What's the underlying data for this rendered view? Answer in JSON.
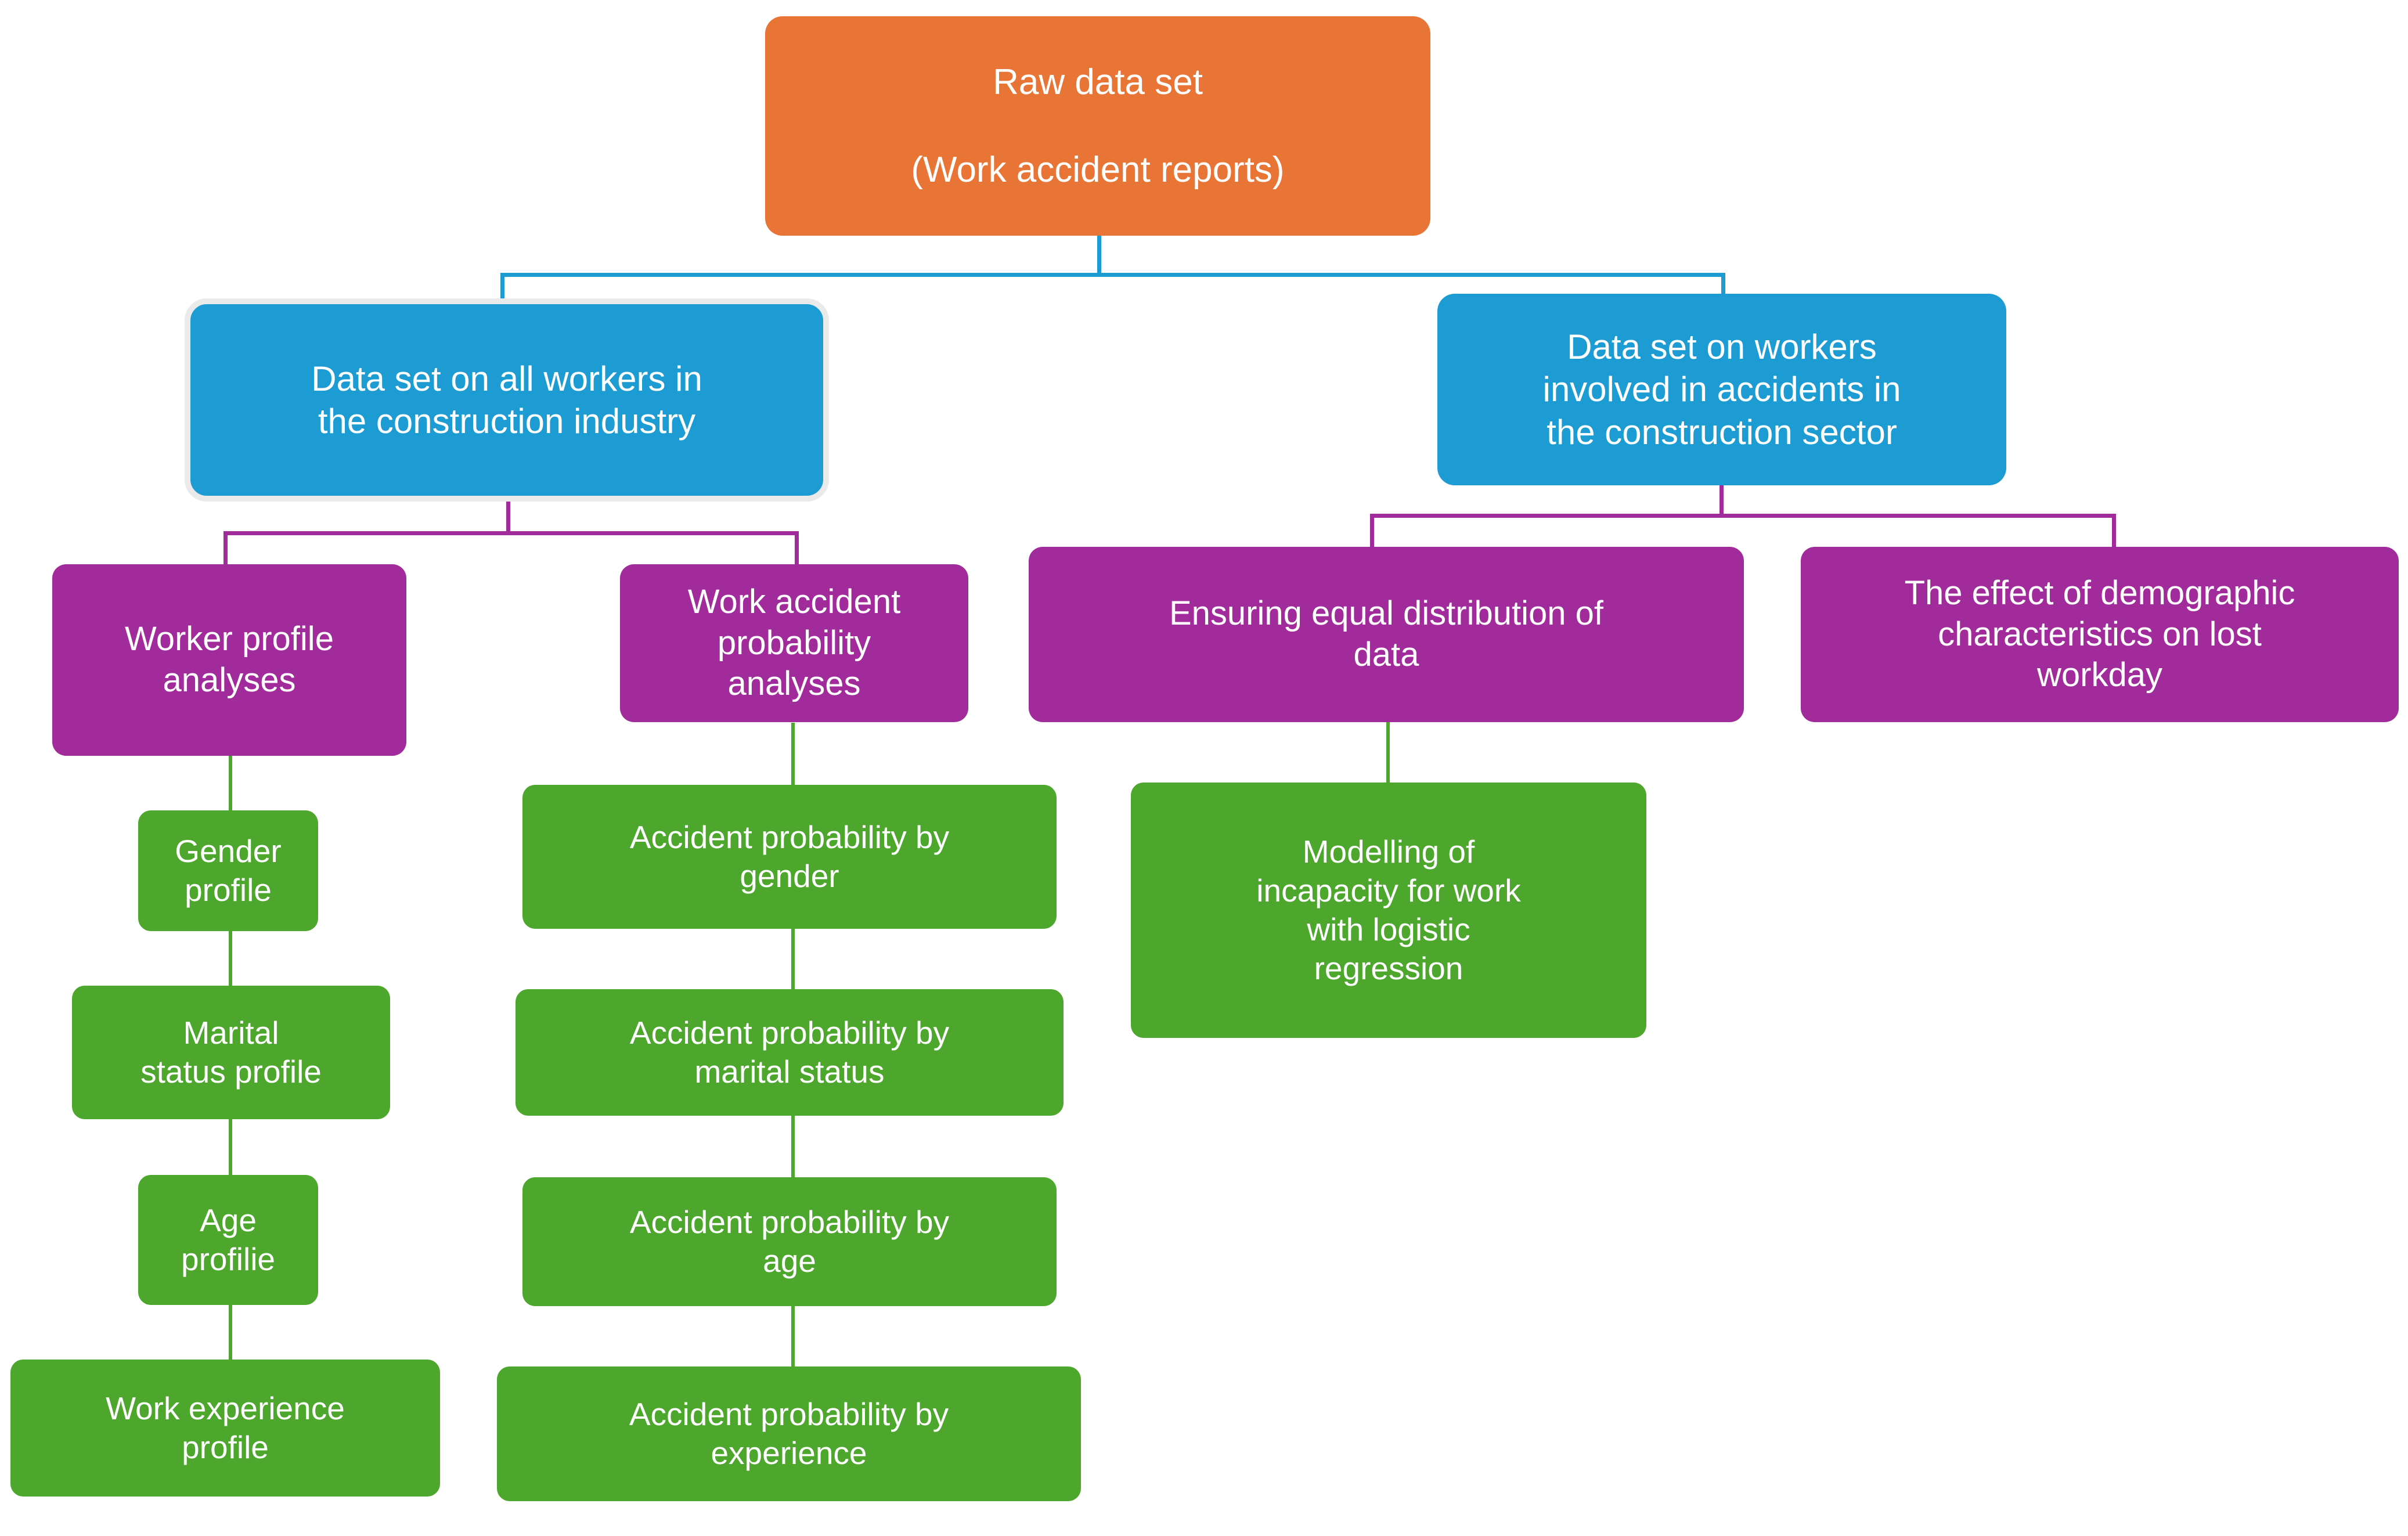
{
  "diagram": {
    "title": "Work accident data analysis flowchart",
    "colors": {
      "orange": "#E87535",
      "blue": "#1D9CD3",
      "purple": "#A12B9B",
      "green": "#4CA72C",
      "frame": "#EAEAEA",
      "text": "#FFFFFF",
      "background": "#FFFFFF"
    },
    "nodes": {
      "root": "Raw data set\n\n(Work accident reports)",
      "branch_left": "Data set on all workers in\nthe construction industry",
      "branch_right": "Data set on workers\ninvolved in accidents in\nthe construction sector",
      "worker_profile_analyses": "Worker profile\nanalyses",
      "work_accident_probability_analyses": "Work accident\nprobability\nanalyses",
      "ensuring_equal_distribution": "Ensuring equal distribution of\ndata",
      "demographic_effect": "The effect of demographic\ncharacteristics on lost\nworkday",
      "gender_profile": "Gender\nprofile",
      "marital_status_profile": "Marital\nstatus profile",
      "age_profile": "Age\nprofilie",
      "work_experience_profile": "Work experience\nprofile",
      "accident_probability_gender": "Accident probability by\ngender",
      "accident_probability_marital": "Accident probability by\nmarital status",
      "accident_probability_age": "Accident probability by\nage",
      "accident_probability_experience": "Accident probability by\nexperience",
      "logistic_regression_modelling": "Modelling of\nincapacity for work\nwith logistic\nregression"
    }
  }
}
